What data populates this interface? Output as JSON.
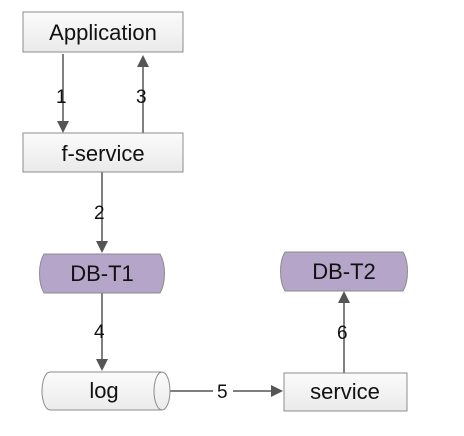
{
  "nodes": {
    "application": {
      "label": "Application"
    },
    "f_service": {
      "label": "f-service"
    },
    "db_t1": {
      "label": "DB-T1"
    },
    "db_t2": {
      "label": "DB-T2"
    },
    "log": {
      "label": "log"
    },
    "service": {
      "label": "service"
    }
  },
  "edges": {
    "e1": {
      "label": "1"
    },
    "e2": {
      "label": "2"
    },
    "e3": {
      "label": "3"
    },
    "e4": {
      "label": "4"
    },
    "e5": {
      "label": "5"
    },
    "e6": {
      "label": "6"
    }
  },
  "colors": {
    "box_fill": "#f2f2f2",
    "box_stroke": "#8c8c8c",
    "db_fill": "#b5a5c9",
    "arrow": "#555555"
  }
}
